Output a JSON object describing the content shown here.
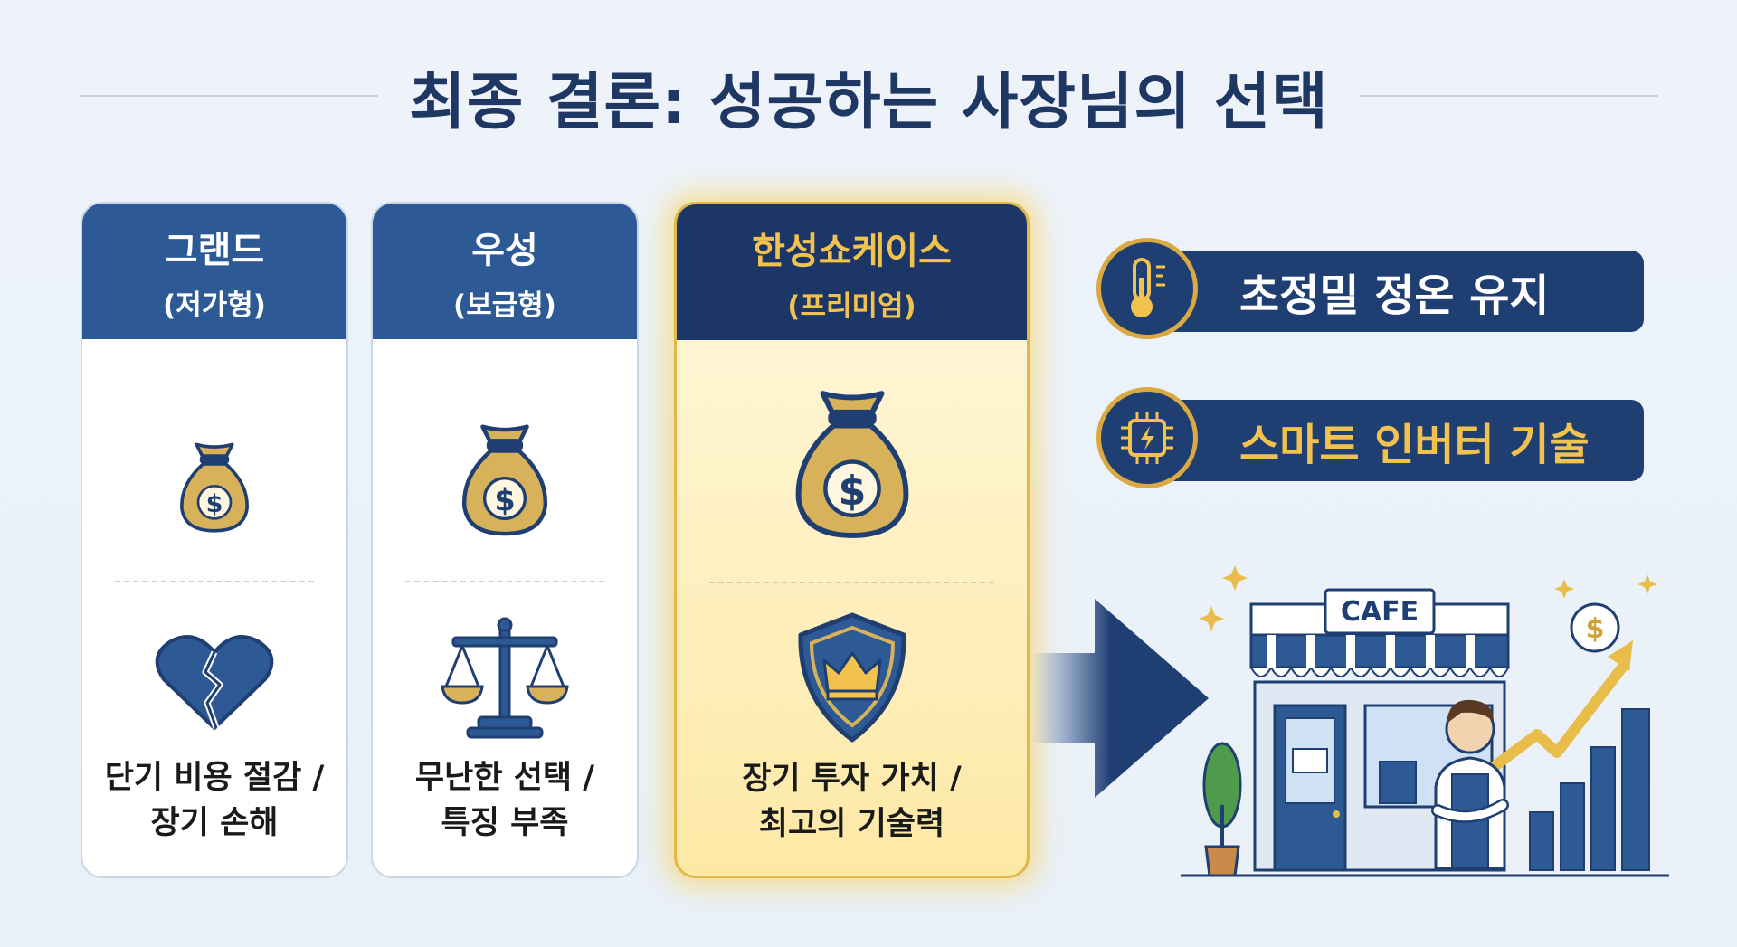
{
  "title": "최종 결론: 성공하는 사장님의 선택",
  "cards": [
    {
      "name": "그랜드",
      "sub": "(저가형)",
      "line1": "단기 비용 절감 /",
      "line2": "장기 손해",
      "icon_top": "money-bag-icon",
      "icon_bottom": "broken-heart-icon"
    },
    {
      "name": "우성",
      "sub": "(보급형)",
      "line1": "무난한 선택 /",
      "line2": "특징 부족",
      "icon_top": "money-bag-icon",
      "icon_bottom": "balance-scale-icon"
    },
    {
      "name": "한성쇼케이스",
      "sub": "(프리미엄)",
      "line1": "장기 투자 가치 /",
      "line2": "최고의 기술력",
      "icon_top": "money-bag-icon",
      "icon_bottom": "crown-shield-icon"
    }
  ],
  "features": [
    {
      "label": "초정밀 정온 유지",
      "icon": "thermometer-icon",
      "color": "#ffffff"
    },
    {
      "label": "스마트 인버터 기술",
      "icon": "chip-icon",
      "color": "#f2c24e"
    }
  ],
  "scene": {
    "sign": "CAFE",
    "icon": "cafe-owner-growth-illustration"
  },
  "colors": {
    "navy": "#1f3e71",
    "blue": "#2d5a94",
    "gold": "#dba942",
    "gold_text": "#f2c24e"
  }
}
